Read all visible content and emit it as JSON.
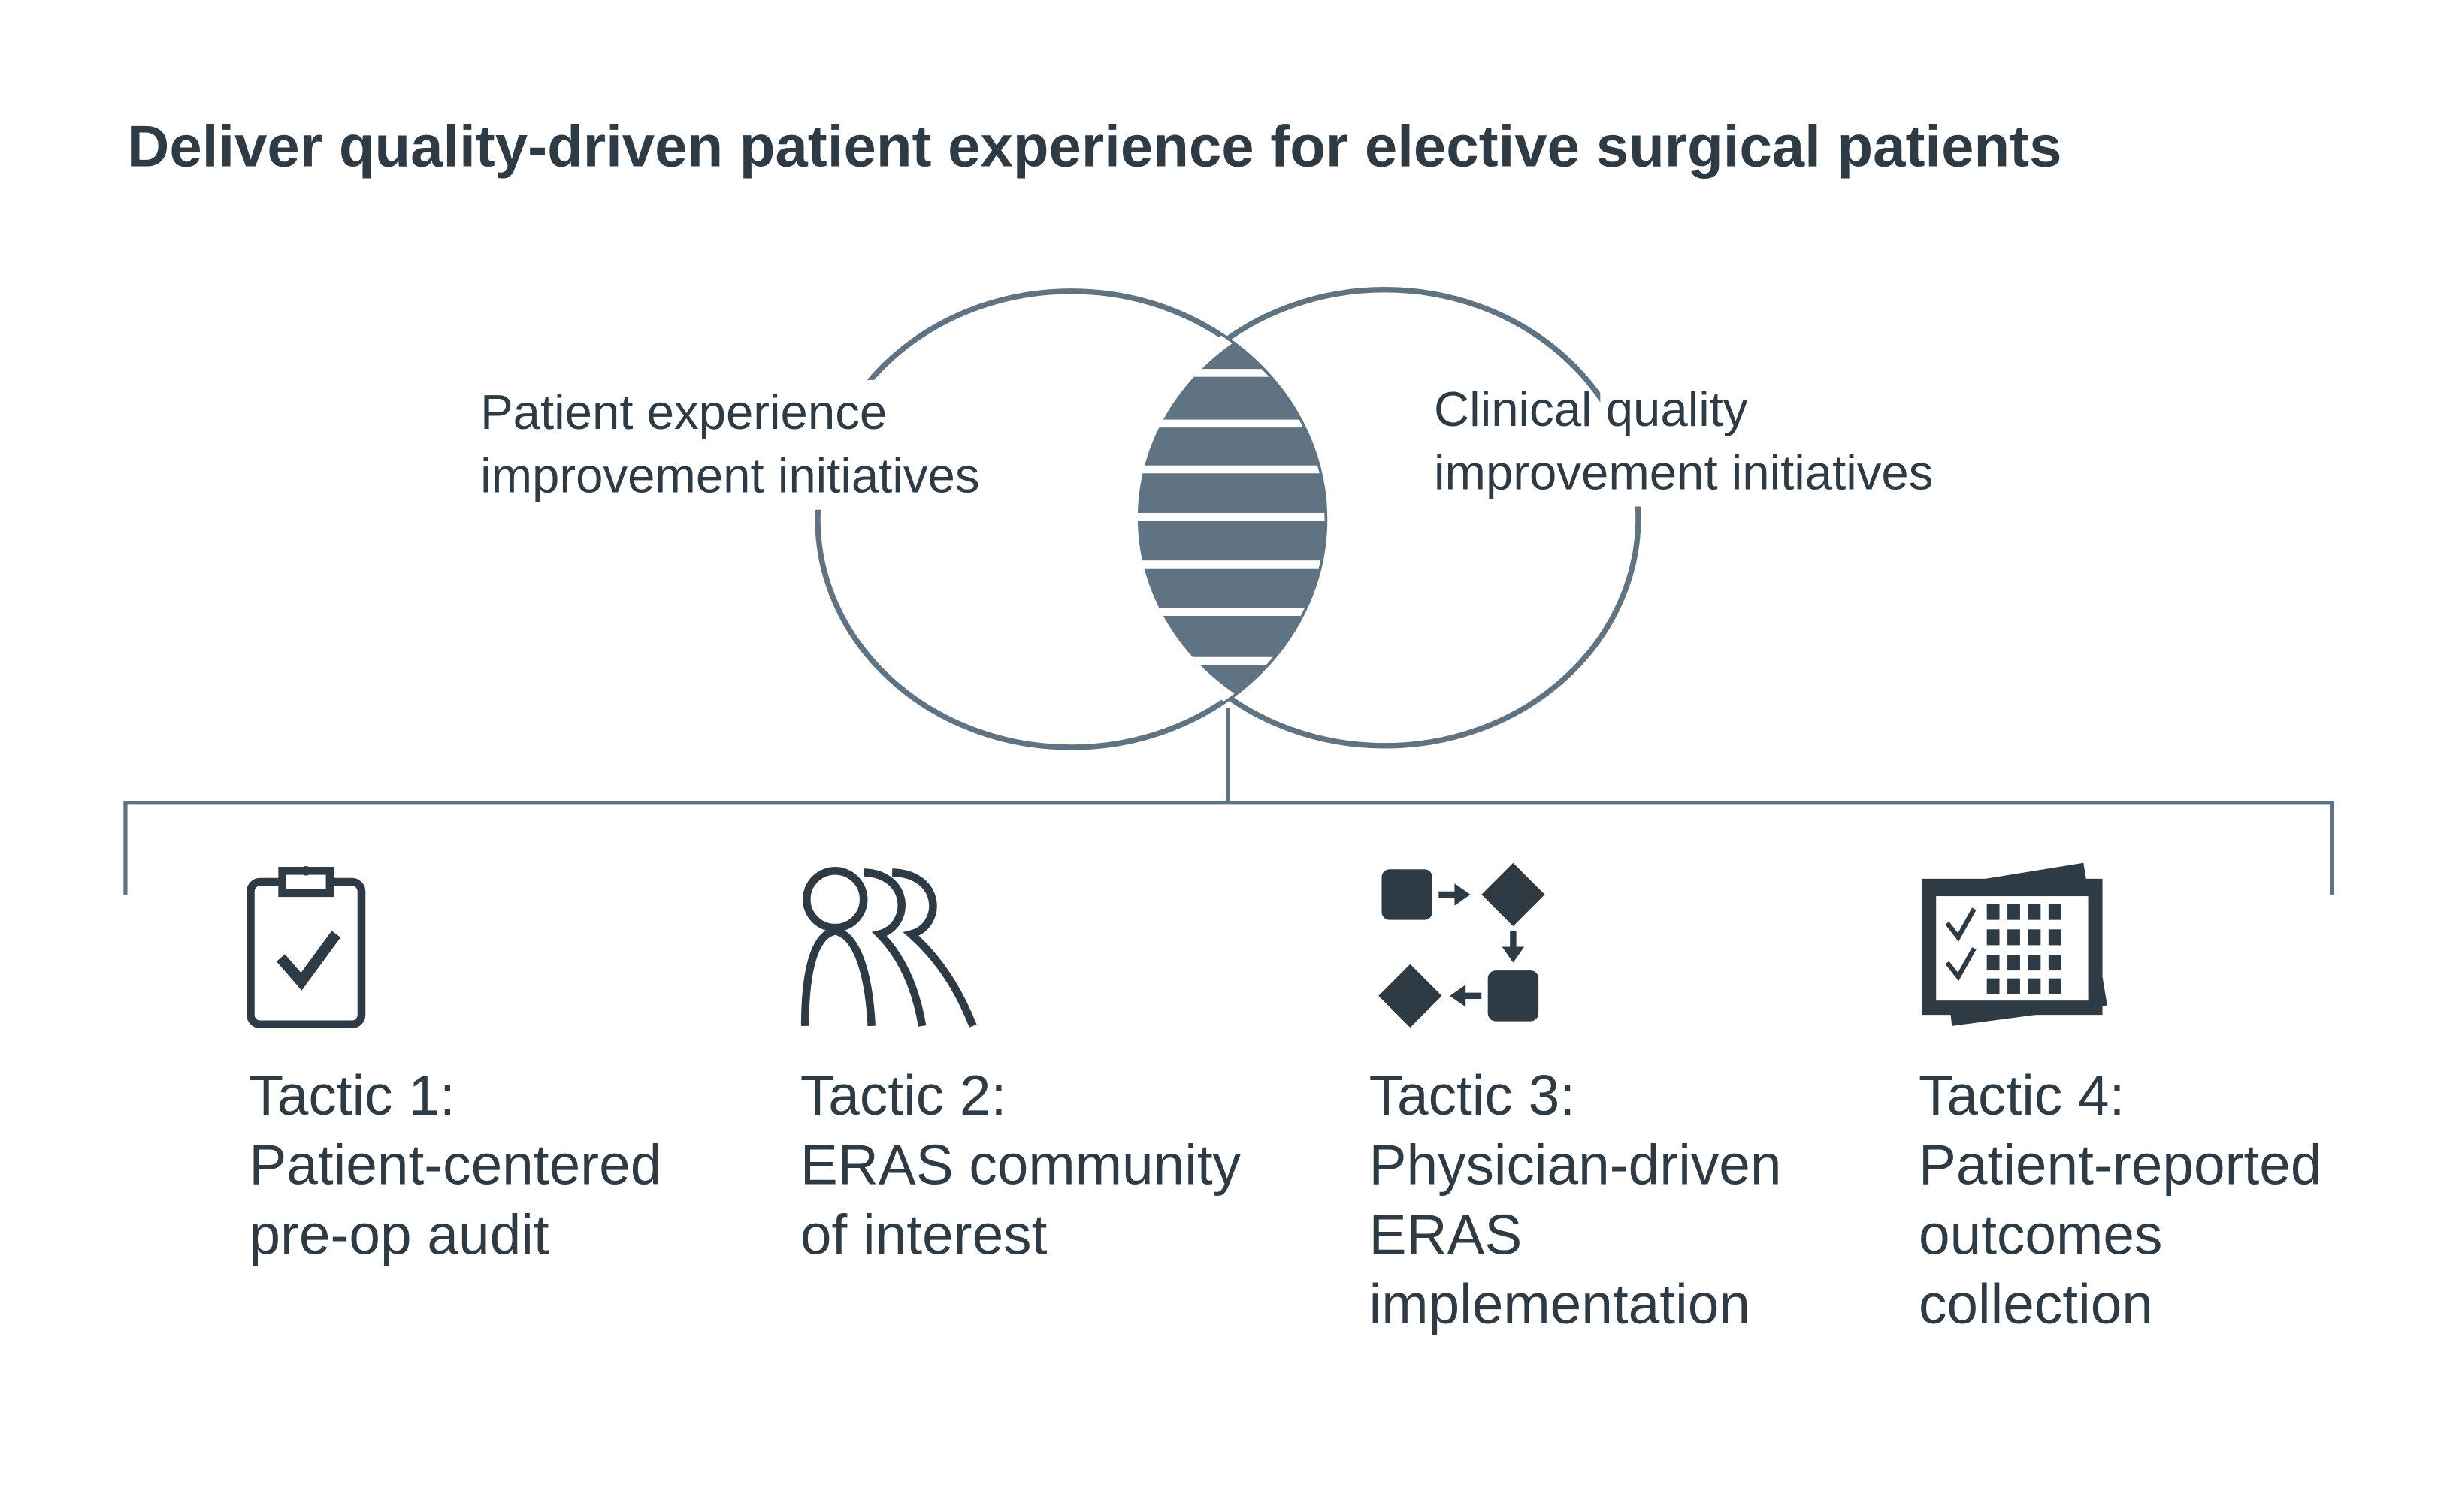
{
  "title": "Deliver quality-driven patient experience for elective surgical patients",
  "venn": {
    "left_label": [
      "Patient experience",
      "improvement initiatives"
    ],
    "right_label": [
      "Clinical quality",
      "improvement initiatives"
    ]
  },
  "tactics": [
    {
      "icon": "clipboard-check-icon",
      "lines": [
        "Tactic 1:",
        "Patient-centered",
        "pre-op audit"
      ]
    },
    {
      "icon": "people-group-icon",
      "lines": [
        "Tactic 2:",
        "ERAS community",
        "of interest"
      ]
    },
    {
      "icon": "process-flow-icon",
      "lines": [
        "Tactic 3:",
        "Physician-driven",
        "ERAS",
        "implementation"
      ]
    },
    {
      "icon": "calendar-checklist-icon",
      "lines": [
        "Tactic 4:",
        "Patient-reported",
        "outcomes",
        "collection"
      ]
    }
  ],
  "colors": {
    "text": "#2e3a44",
    "accent": "#5f7382",
    "icon": "#2e3a44"
  }
}
